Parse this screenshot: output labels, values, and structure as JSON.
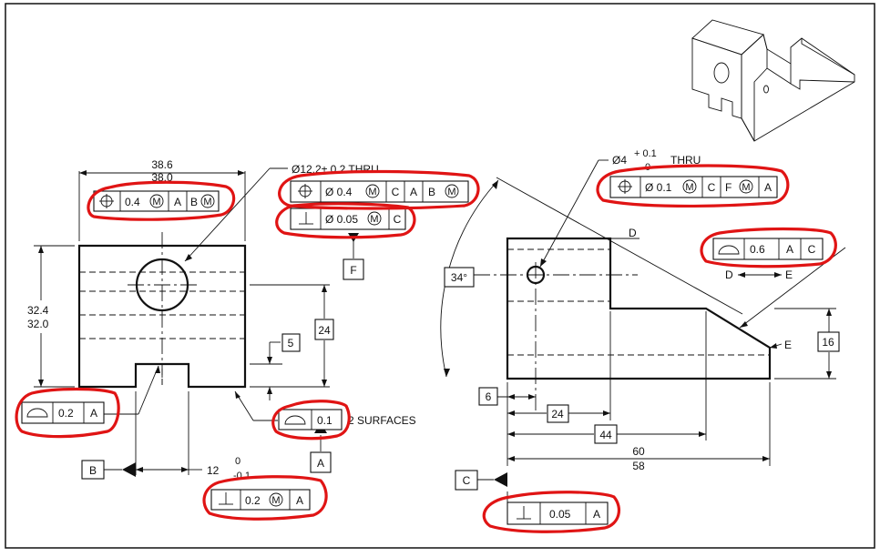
{
  "front_view": {
    "width_dim_top": "38.6",
    "width_dim_bottom": "38.0",
    "height_dim_top": "32.4",
    "height_dim_bottom": "32.0",
    "hole_note": "Ø12.2± 0.2 THRU",
    "dim_24": "24",
    "dim_5": "5",
    "slot_dim": "12",
    "slot_tol_upper": "0",
    "slot_tol_lower": "-0.1",
    "surfaces_note": "2 SURFACES"
  },
  "side_view": {
    "hole_note_prefix": "Ø4",
    "hole_tol_upper": "+ 0.1",
    "hole_tol_lower": "0",
    "hole_note_suffix": "THRU",
    "angle": "34°",
    "dim_6": "6",
    "dim_24": "24",
    "dim_44": "44",
    "dim_60": "60",
    "dim_58": "58",
    "dim_16": "16",
    "label_d": "D",
    "label_e": "E",
    "between_d": "D",
    "between_e": "E"
  },
  "datums": {
    "b": "B",
    "a": "A",
    "c": "C",
    "f": "F"
  },
  "fcf": {
    "pos_front": [
      "0.4",
      "A",
      "B"
    ],
    "pos_hole": [
      "Ø 0.4",
      "C",
      "A",
      "B"
    ],
    "perp_hole": [
      "Ø 0.05",
      "C"
    ],
    "profile_left": [
      "0.2",
      "A"
    ],
    "profile_bottom": [
      "0.1"
    ],
    "perp_bottom": [
      "0.2",
      "A"
    ],
    "pos_small": [
      "Ø 0.1",
      "C",
      "F",
      "A"
    ],
    "profile_right": [
      "0.6",
      "A",
      "C"
    ],
    "perp_right": [
      "0.05",
      "A"
    ],
    "modifier": "M"
  }
}
